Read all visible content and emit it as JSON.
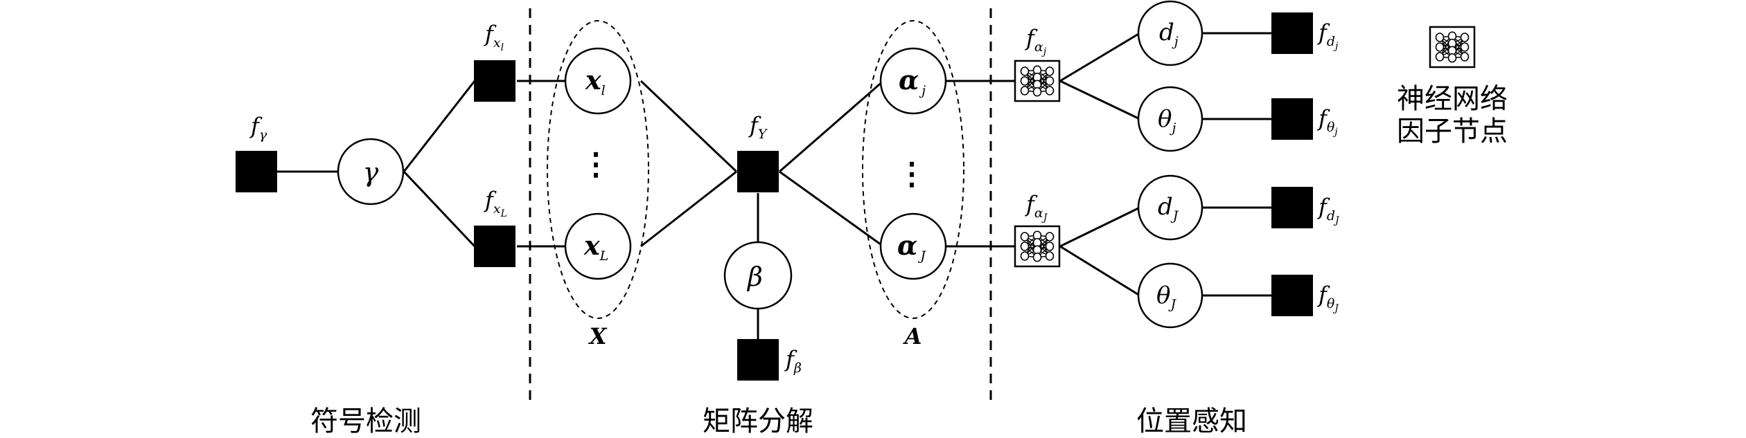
{
  "sections": {
    "detection": "符号检测",
    "factorization": "矩阵分解",
    "localization": "位置感知"
  },
  "legend": {
    "line1": "神经网络",
    "line2": "因子节点"
  },
  "groups": {
    "X": "X",
    "A": "A"
  },
  "nodes": {
    "gamma": "γ",
    "beta": "β",
    "x_l": {
      "base": "x",
      "sub": "l"
    },
    "x_L": {
      "base": "x",
      "sub": "L"
    },
    "alpha_j": {
      "base": "α",
      "sub": "j"
    },
    "alpha_J": {
      "base": "α",
      "sub": "J"
    },
    "d_j": {
      "base": "d",
      "sub": "j"
    },
    "theta_j": {
      "base": "θ",
      "sub": "j"
    },
    "d_J": {
      "base": "d",
      "sub": "J"
    },
    "theta_J": {
      "base": "θ",
      "sub": "J"
    }
  },
  "factors": {
    "f_gamma": {
      "base": "f",
      "sub": "γ"
    },
    "f_xl": {
      "base": "f",
      "sub": "x",
      "subsub": "l"
    },
    "f_xL": {
      "base": "f",
      "sub": "x",
      "subsub": "L"
    },
    "f_Y": {
      "base": "f",
      "sub": "Y"
    },
    "f_beta": {
      "base": "f",
      "sub": "β"
    },
    "f_alpha_j": {
      "base": "f",
      "sub": "α",
      "subsub": "j"
    },
    "f_alpha_J": {
      "base": "f",
      "sub": "α",
      "subsub": "J"
    },
    "f_dj": {
      "base": "f",
      "sub": "d",
      "subsub": "j"
    },
    "f_thetaj": {
      "base": "f",
      "sub": "θ",
      "subsub": "j"
    },
    "f_dJ": {
      "base": "f",
      "sub": "d",
      "subsub": "J"
    },
    "f_thetaJ": {
      "base": "f",
      "sub": "θ",
      "subsub": "J"
    }
  },
  "ellipsis": "⋮"
}
